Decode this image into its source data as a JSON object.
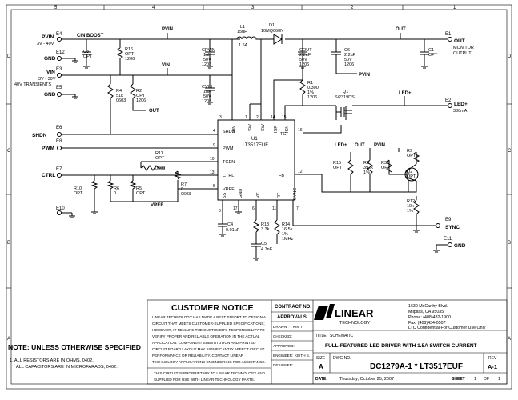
{
  "border": {
    "rows": [
      "D",
      "C",
      "B",
      "A"
    ],
    "cols": [
      "5",
      "4",
      "3",
      "2",
      "1"
    ]
  },
  "nets": {
    "pvin": "PVIN",
    "vin": "VIN",
    "out": "OUT",
    "led_plus": "LED+",
    "gnd": "GND",
    "shdn": "SHDN",
    "pwm": "PWM",
    "ctrl": "CTRL",
    "sync": "SYNC",
    "vref": "VREF",
    "cin_boost": "CIN BOOST"
  },
  "connectors": [
    {
      "ref": "E4",
      "net": "PVIN",
      "desc": "3V - 40V"
    },
    {
      "ref": "E12",
      "net": "GND",
      "desc": ""
    },
    {
      "ref": "E3",
      "net": "VIN",
      "desc": "3V - 30V"
    },
    {
      "ref": "E5",
      "net": "GND",
      "desc": ""
    },
    {
      "ref": "E6",
      "net": "SHDN",
      "desc": ""
    },
    {
      "ref": "E8",
      "net": "PWM",
      "desc": ""
    },
    {
      "ref": "E7",
      "net": "CTRL",
      "desc": ""
    },
    {
      "ref": "E10",
      "net": "GND",
      "desc": ""
    },
    {
      "ref": "E1",
      "net": "OUT",
      "desc": "MONITOR"
    },
    {
      "ref": "E2",
      "net": "LED+",
      "desc": "330mA"
    },
    {
      "ref": "E9",
      "net": "SYNC",
      "desc": ""
    },
    {
      "ref": "E11",
      "net": "GND",
      "desc": ""
    }
  ],
  "e1_extra": "OUTPUT",
  "e3_extra": "40V TRANSIENTS",
  "components": {
    "c3": [
      "C3",
      "OPT"
    ],
    "r16": [
      "R16",
      "OPT",
      "1206"
    ],
    "r4": [
      "R4",
      "51k",
      "0603"
    ],
    "r2": [
      "R2",
      "OPT",
      "1206"
    ],
    "cpvin": [
      "CPVIN",
      "1uF",
      "50V",
      "1206"
    ],
    "cvin": [
      "CVIN",
      "1uF",
      "50V",
      "1206"
    ],
    "l1": [
      "L1",
      "15uH",
      "1.6A"
    ],
    "d1": [
      "D1",
      "10MQ060N"
    ],
    "cout": [
      "COUT",
      "2.2uF",
      "50V",
      "1206"
    ],
    "c6": [
      "C6",
      "2.2uF",
      "50V",
      "1206"
    ],
    "c1": [
      "C1",
      "OPT"
    ],
    "r1": [
      "R1",
      "0.300",
      "1%",
      "1206"
    ],
    "q1": [
      "Q1",
      "Si2319DS"
    ],
    "r11": [
      "R11",
      "OPT",
      "0603"
    ],
    "r10": [
      "R10",
      "OPT"
    ],
    "r6": [
      "R6",
      "0"
    ],
    "r5": [
      "R5",
      "OPT"
    ],
    "r7": [
      "R7",
      "0",
      "0603"
    ],
    "r15": [
      "R15",
      "OPT"
    ],
    "r8": [
      "R8",
      "392k",
      "1%"
    ],
    "r3": [
      "R3",
      "OPT"
    ],
    "r9": [
      "R9",
      "OPT"
    ],
    "q2": [
      "Q2",
      "OPT"
    ],
    "r12": [
      "R12",
      "10k",
      "1%"
    ],
    "c4": [
      "C4",
      "0.01uF"
    ],
    "r13": [
      "R13",
      "3.3k"
    ],
    "r14": [
      "R14",
      "16.5k",
      "1%",
      "1MHz"
    ],
    "c5": [
      "C5",
      "4.7nF"
    ]
  },
  "ic": {
    "ref": "U1",
    "part": "LT3517EUF",
    "pins": {
      "vin": {
        "name": "VIN",
        "num": "3"
      },
      "sw1": {
        "name": "SW",
        "num": "1"
      },
      "sw2": {
        "name": "SW",
        "num": "2"
      },
      "isp": {
        "name": "ISP",
        "num": "14"
      },
      "isn": {
        "name": "ISN",
        "num": "15"
      },
      "tg": {
        "name": "TG",
        "num": "16"
      },
      "shdn": {
        "name": "SHDN",
        "num": "4"
      },
      "pwm": {
        "name": "PWM",
        "num": "9"
      },
      "tgen": {
        "name": "TGEN",
        "num": "10"
      },
      "ctrl": {
        "name": "CTRL",
        "num": "13"
      },
      "vref": {
        "name": "VREF",
        "num": "5"
      },
      "fb": {
        "name": "FB",
        "num": "12"
      },
      "ss": {
        "name": "SS",
        "num": "8"
      },
      "gnd": {
        "name": "GND",
        "num": "17"
      },
      "vc": {
        "name": "VC",
        "num": "6"
      },
      "rt": {
        "name": "RT",
        "num": "11"
      },
      "sync": {
        "name": "SYNC",
        "num": "7"
      }
    }
  },
  "notice": {
    "title": "CUSTOMER NOTICE",
    "lines": [
      "LINEAR TECHNOLOGY HAS MADE A BEST EFFORT TO DESIGN A",
      "CIRCUIT THAT MEETS CUSTOMER-SUPPLIED SPECIFICATIONS;",
      "HOWEVER, IT REMAINS THE CUSTOMER'S RESPONSIBILITY TO",
      "VERIFY PROPER AND RELIABLE OPERATION IN THE ACTUAL",
      "APPLICATION. COMPONENT SUBSTITUTION AND PRINTED",
      "CIRCUIT BOARD LAYOUT MAY SIGNIFICANTLY AFFECT CIRCUIT",
      "PERFORMANCE OR RELIABILITY. CONTACT LINEAR",
      "TECHNOLOGY APPLICATIONS ENGINEERING FOR ASSISTANCE."
    ],
    "footer": [
      "THIS CIRCUIT IS PROPRIETARY TO LINEAR TECHNOLOGY AND",
      "SUPPLIED FOR USE WITH LINEAR TECHNOLOGY PARTS."
    ]
  },
  "titleblock": {
    "contract_no": "CONTRACT NO.",
    "approvals": "APPROVALS",
    "drawn_label": "DRAWN:",
    "drawn_value": "KIM T.",
    "checked_label": "CHECKED:",
    "approved_label": "APPROVED:",
    "engineer_label": "ENGINEER:",
    "engineer_value": "KEITH S.",
    "designer_label": "DESIGNER:",
    "company_logo": "LINEAR",
    "company_sub": "TECHNOLOGY",
    "address": [
      "1630 McCarthy Blvd.",
      "Milpitas, CA 95035",
      "Phone: (408)432-1900",
      "Fax: (408)434-0507"
    ],
    "confidential": "LTC Confidential-For Customer Use Only",
    "title_label": "TITLE:",
    "title_value": "SCHEMATIC",
    "title_main": "FULL-FEATURED LED DRIVER WITH 1.5A SWITCH CURRENT",
    "size_label": "SIZE",
    "size_value": "A",
    "dwg_label": "DWG NO.",
    "dwg_value": "DC1279A-1 * LT3517EUF",
    "rev_label": "REV",
    "rev_value": "A-1",
    "date_label": "DATE:",
    "date_value": "Thursday, October 25, 2007",
    "sheet_label": "SHEET",
    "sheet_num": "1",
    "sheet_of": "OF",
    "sheet_total": "1"
  },
  "notes": {
    "title": "NOTE: UNLESS OTHERWISE SPECIFIED",
    "items": [
      "1.  ALL RESISTORS ARE IN OHMS, 0402.",
      "ALL CAPACITORS ARE IN MICROFARADS, 0402."
    ]
  }
}
